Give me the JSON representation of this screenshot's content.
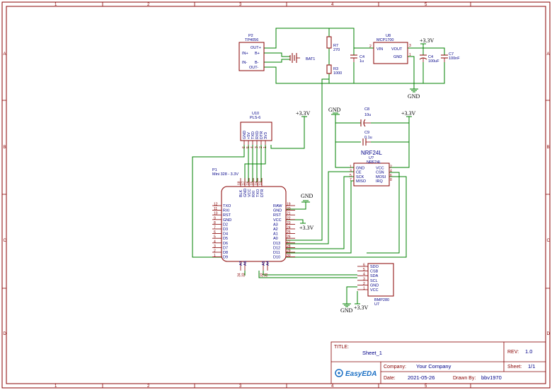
{
  "ruler": {
    "columns": [
      "1",
      "2",
      "3",
      "4",
      "5"
    ],
    "rows": [
      "A",
      "B",
      "C",
      "D"
    ]
  },
  "components": {
    "p2": {
      "designator": "P2",
      "value": "TP4056",
      "pins_left": [
        "IN+",
        "IN-"
      ],
      "pins_right": [
        "OUT+",
        "B+",
        "B-",
        "OUT-"
      ]
    },
    "bat1": {
      "designator": "BAT1"
    },
    "r7": {
      "designator": "R7",
      "value": "270"
    },
    "r3": {
      "designator": "R3",
      "value": "1000"
    },
    "c4a": {
      "designator": "C4",
      "value": "1u"
    },
    "u8": {
      "designator": "U8",
      "value": "MCP1700",
      "pin_vin": "VIN",
      "pin_vout": "VOUT",
      "pin_gnd": "GND",
      "pinnum_vin": "2",
      "pinnum_vout": "3",
      "pinnum_gnd": "1"
    },
    "c4b": {
      "designator": "C4",
      "value": "100uF"
    },
    "c7": {
      "designator": "C7",
      "value": "100nF"
    },
    "u10": {
      "designator": "U10",
      "value": "PLS-6",
      "pins": [
        "GND",
        "+5V",
        "TXD",
        "RXD",
        "DTR",
        "3V3"
      ],
      "pinnums": [
        "6",
        "5",
        "4",
        "3",
        "2",
        "1"
      ]
    },
    "c8": {
      "designator": "C8",
      "value": "10u"
    },
    "c9": {
      "designator": "C9",
      "value": "0.1u"
    },
    "nrf": {
      "title": "NRF24L",
      "designator": "U?",
      "value": "NRF24L",
      "pins_left": [
        "GND",
        "CE",
        "SCK",
        "MISO"
      ],
      "pins_right": [
        "VCC",
        "CSN",
        "MOSI",
        "IRQ"
      ],
      "pinnums_left": [
        "1",
        "3",
        "5",
        "7"
      ],
      "pinnums_right": [
        "2",
        "4",
        "6",
        "8"
      ]
    },
    "p1": {
      "designator": "P1",
      "value": "Mini 328 - 3.3V",
      "pins_left": [
        "TXO",
        "RXI",
        "RST",
        "GND",
        "D2",
        "D3",
        "D4",
        "D5",
        "D6",
        "D7",
        "D8",
        "D9"
      ],
      "pinnums_left": [
        "12",
        "11",
        "10",
        "9",
        "8",
        "7",
        "6",
        "5",
        "4",
        "3",
        "2",
        "1"
      ],
      "pins_right": [
        "RAW",
        "GND",
        "RST",
        "VCC",
        "A3",
        "A2",
        "A1",
        "A0",
        "D13",
        "D12",
        "D11",
        "D10"
      ],
      "pinnums_right": [
        "19",
        "20",
        "21",
        "22",
        "23",
        "24",
        "25",
        "26",
        "27",
        "28",
        "29",
        "30"
      ],
      "pins_top": [
        "BLK",
        "GND",
        "VCC",
        "RXI",
        "TXO",
        "DTR"
      ],
      "pinnums_top": [
        "18",
        "17",
        "16",
        "15",
        "14",
        "13"
      ],
      "pins_bottom": [
        "A7",
        "A6",
        "A5",
        "A4"
      ],
      "pinnums_bottom": [
        "34",
        "33",
        "32",
        "31"
      ]
    },
    "u7": {
      "designator": "U7",
      "value": "BMP280",
      "pins": [
        "SDO",
        "CSB",
        "SDA",
        "SCL",
        "GND",
        "VCC"
      ],
      "pinnums": [
        "6",
        "5",
        "4",
        "3",
        "2",
        "1"
      ]
    }
  },
  "nets": {
    "v33": "+3.3V",
    "gnd": "GND"
  },
  "title_block": {
    "title_label": "TITLE:",
    "title": "Sheet_1",
    "rev_label": "REV:",
    "rev": "1.0",
    "company_label": "Company:",
    "company": "Your Company",
    "sheet_label": "Sheet:",
    "sheet": "1/1",
    "date_label": "Date:",
    "date": "2021-05-26",
    "drawn_label": "Drawn By:",
    "drawn": "bbv1970",
    "logo": "EasyEDA"
  },
  "colors": {
    "frame": "#880000",
    "wire": "#008000",
    "pin_name": "#000088"
  }
}
